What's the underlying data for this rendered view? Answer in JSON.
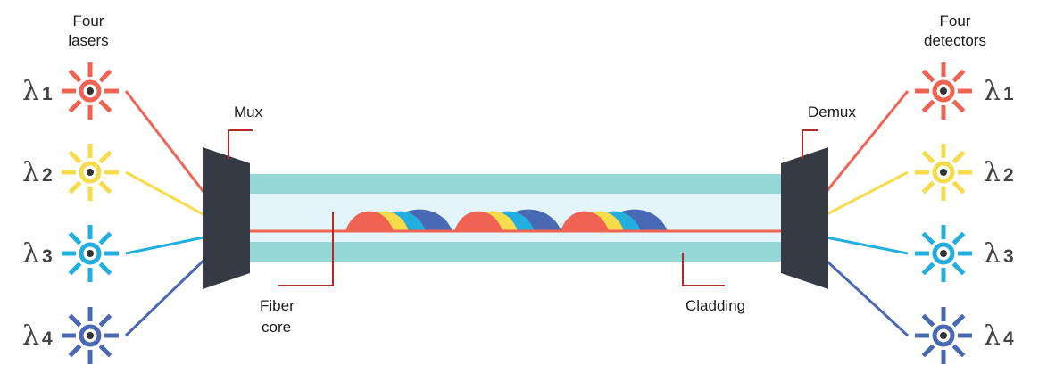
{
  "labels": {
    "lasers_line1": "Four",
    "lasers_line2": "lasers",
    "detectors_line1": "Four",
    "detectors_line2": "detectors",
    "mux": "Mux",
    "demux": "Demux",
    "core_line1": "Fiber",
    "core_line2": "core",
    "cladding": "Cladding"
  },
  "channels": [
    {
      "symbol": "λ",
      "number": "1",
      "color": "#f06352"
    },
    {
      "symbol": "λ",
      "number": "2",
      "color": "#f6dc4a"
    },
    {
      "symbol": "λ",
      "number": "3",
      "color": "#23aee0"
    },
    {
      "symbol": "λ",
      "number": "4",
      "color": "#4a69b5"
    }
  ],
  "colors": {
    "mux_body": "#363a44",
    "cladding": "#95d6d6",
    "core": "#e3f4fb",
    "main_beam": "#f06352",
    "callout": "#b02a27",
    "source_dot": "#333333"
  }
}
